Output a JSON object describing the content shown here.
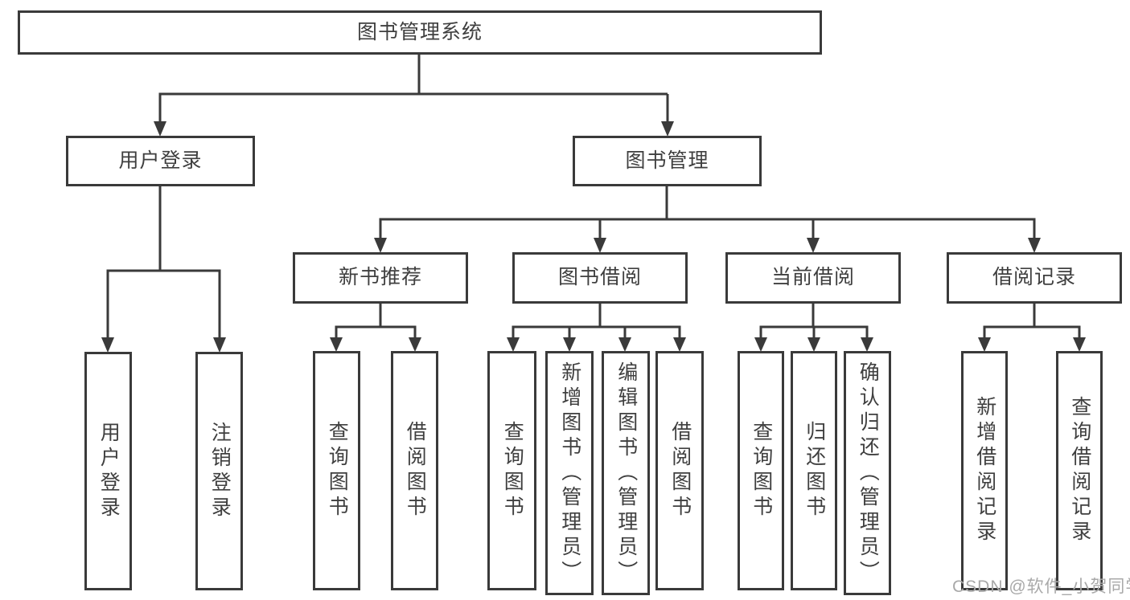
{
  "diagram_title": "图书管理系统",
  "colors": {
    "line": "#3a3a3a",
    "text": "#3f3f3f",
    "background": "#ffffff",
    "watermark": "#a9a9a9"
  },
  "nodes": {
    "root": "图书管理系统",
    "level2": [
      "用户登录",
      "图书管理"
    ],
    "level3": [
      "新书推荐",
      "图书借阅",
      "当前借阅",
      "借阅记录"
    ],
    "group_user_login": [
      "用户登录",
      "注销登录"
    ],
    "group_new_book": [
      "查询图书",
      "借阅图书"
    ],
    "group_book_borrow": [
      "查询图书",
      "新增图书（管理员）",
      "编辑图书（管理员）",
      "借阅图书"
    ],
    "group_current_borrow": [
      "查询图书",
      "归还图书",
      "确认归还（管理员）"
    ],
    "group_borrow_records": [
      "新增借阅记录",
      "查询借阅记录"
    ]
  },
  "watermark": {
    "text": "CSDN @软件_小贺同学"
  }
}
